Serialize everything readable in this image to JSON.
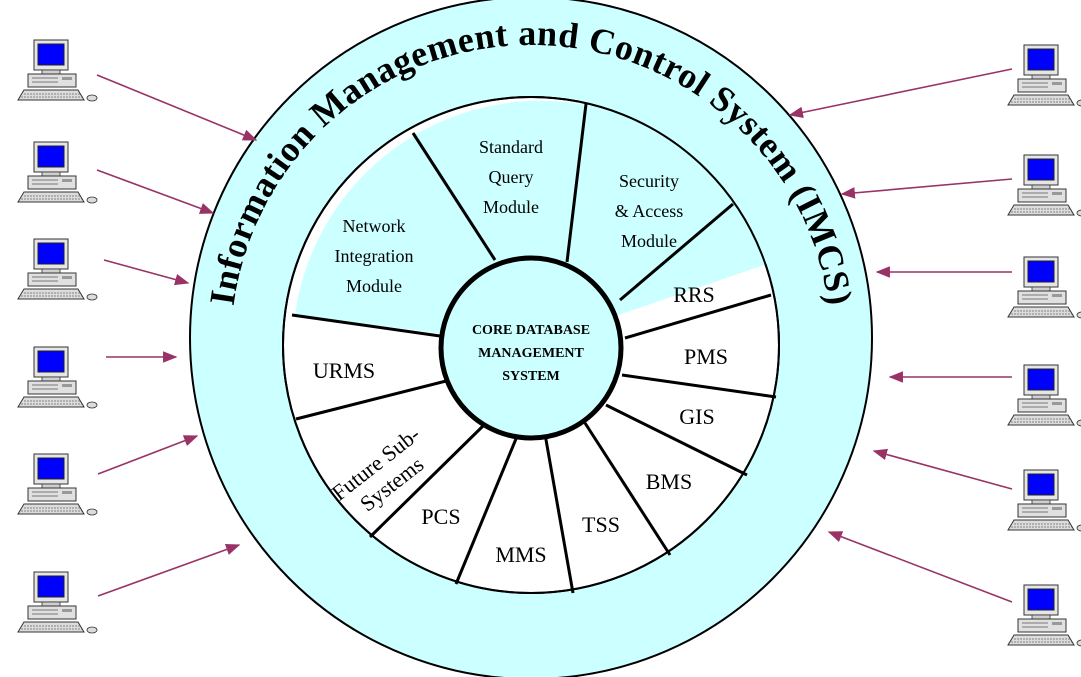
{
  "outer_ring": {
    "title": "Information Management and Control System (IMCS)",
    "fill_color": "#ccffff"
  },
  "core": {
    "line1": "CORE DATABASE",
    "line2": "MANAGEMENT",
    "line3": "SYSTEM",
    "fill_color": "#ccffff"
  },
  "modules": {
    "standard_query": [
      "Standard",
      "Query",
      "Module"
    ],
    "security_access": [
      "Security",
      "& Access",
      "Module"
    ],
    "network_integration": [
      "Network",
      "Integration",
      "Module"
    ],
    "future_subsystems": [
      "Future Sub-",
      "Systems"
    ],
    "highlight_color": "#ccffff"
  },
  "subsystems": {
    "rrs": "RRS",
    "pms": "PMS",
    "gis": "GIS",
    "bms": "BMS",
    "tss": "TSS",
    "mms": "MMS",
    "pcs": "PCS",
    "urms": "URMS"
  },
  "terminals": {
    "icon": "desktop-computer-icon",
    "screen_color": "#0000ff",
    "arrow_color": "#993366"
  }
}
